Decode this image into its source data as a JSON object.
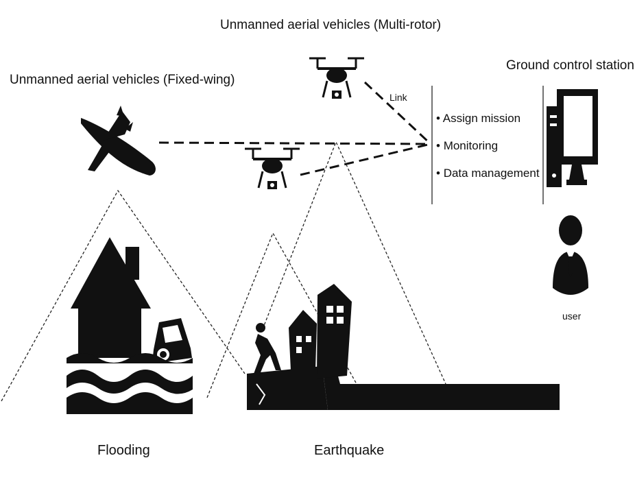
{
  "labels": {
    "fixed_wing": "Unmanned aerial vehicles (Fixed-wing)",
    "multi_rotor": "Unmanned aerial vehicles (Multi-rotor)",
    "ground_station": "Ground control station",
    "link": "Link",
    "user": "user",
    "flooding": "Flooding",
    "earthquake": "Earthquake"
  },
  "station_tasks": [
    "Assign mission",
    "Monitoring",
    "Data management"
  ],
  "icons": {
    "fixed_wing_uav": "fixed-wing-drone-icon",
    "multi_rotor_uav": "quadcopter-drone-icon",
    "computer": "desktop-computer-icon",
    "user": "user-person-icon",
    "house": "house-icon",
    "car": "car-icon",
    "water": "flood-waves-icon",
    "buildings": "collapsed-building-icon",
    "person": "falling-person-icon"
  },
  "colors": {
    "ink": "#111111",
    "background": "#ffffff"
  }
}
